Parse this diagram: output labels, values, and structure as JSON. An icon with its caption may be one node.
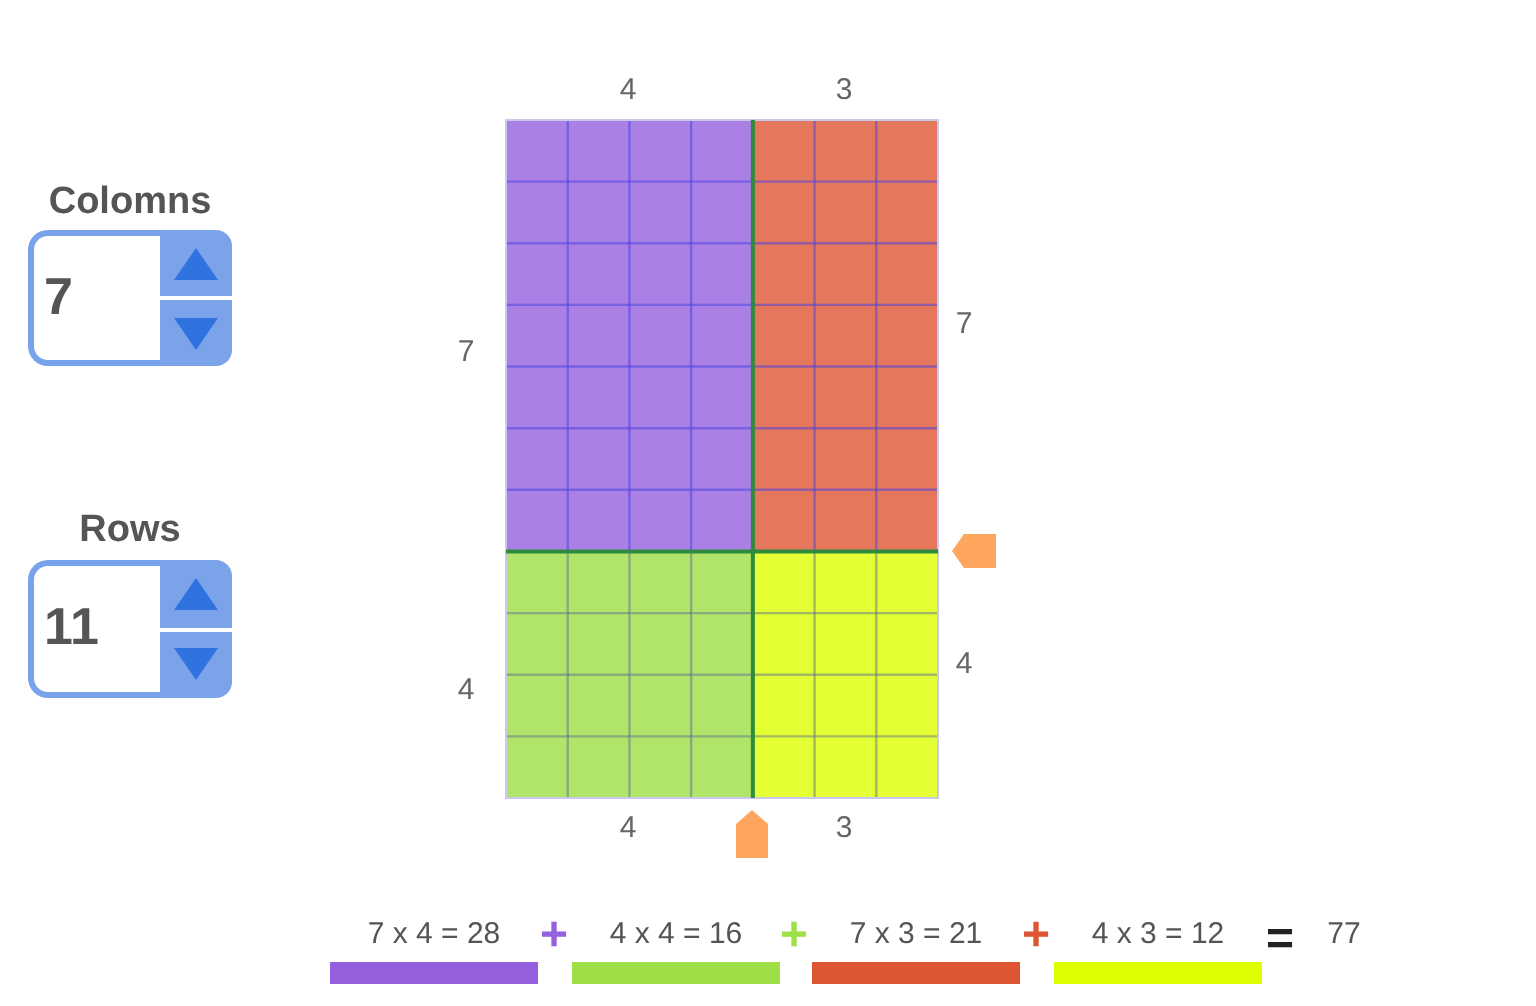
{
  "diagram": {
    "labels": [
      "4",
      "3",
      "Colomns",
      "7",
      "7",
      "7",
      "Rows",
      "11",
      "4",
      "4",
      "4",
      "3",
      "+",
      "+",
      "+",
      "=",
      "77"
    ],
    "legend": [
      {
        "text": "7 x 4 = 28",
        "color": "#9560dd"
      },
      {
        "text": "4 x 4 = 16",
        "color": "#9ddf45"
      },
      {
        "text": "7 x 3 = 21",
        "color": "#dd5533"
      },
      {
        "text": "4 x 3 = 12",
        "color": "#ddff00"
      }
    ]
  }
}
